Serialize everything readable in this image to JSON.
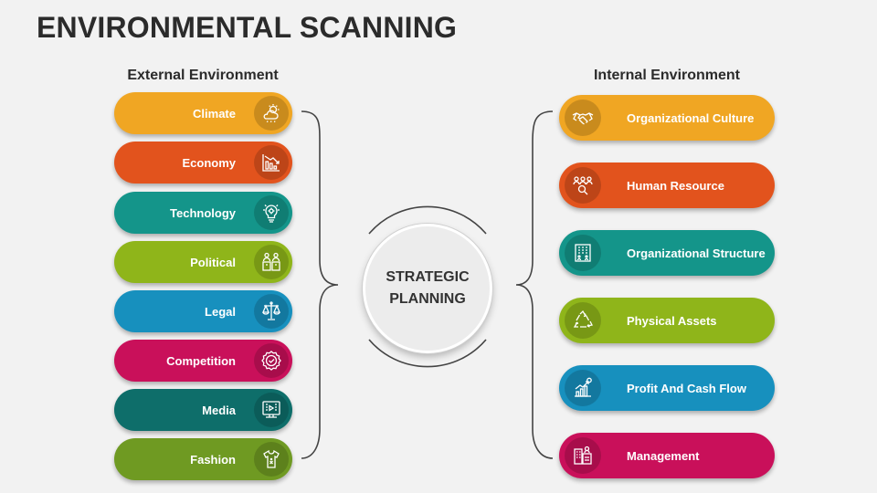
{
  "title": "ENVIRONMENTAL SCANNING",
  "external": {
    "heading": "External Environment",
    "items": [
      {
        "label": "Climate",
        "icon": "weather-icon",
        "color": "#f0a623"
      },
      {
        "label": "Economy",
        "icon": "decline-chart-icon",
        "color": "#e2531d"
      },
      {
        "label": "Technology",
        "icon": "lightbulb-gear-icon",
        "color": "#14958a"
      },
      {
        "label": "Political",
        "icon": "podium-speakers-icon",
        "color": "#8fb51a"
      },
      {
        "label": "Legal",
        "icon": "scales-icon",
        "color": "#1790be"
      },
      {
        "label": "Competition",
        "icon": "badge-check-icon",
        "color": "#c9105a"
      },
      {
        "label": "Media",
        "icon": "media-screen-icon",
        "color": "#0e6e6a"
      },
      {
        "label": "Fashion",
        "icon": "shirt-icon",
        "color": "#6f9a22"
      }
    ]
  },
  "internal": {
    "heading": "Internal Environment",
    "items": [
      {
        "label": "Organizational Culture",
        "icon": "handshake-icon",
        "color": "#f0a623"
      },
      {
        "label": "Human Resource",
        "icon": "people-search-icon",
        "color": "#e2531d"
      },
      {
        "label": "Organizational Structure",
        "icon": "building-icon",
        "color": "#14958a"
      },
      {
        "label": "Physical Assets",
        "icon": "recycle-icon",
        "color": "#8fb51a"
      },
      {
        "label": "Profit And Cash Flow",
        "icon": "growth-chart-icon",
        "color": "#1790be"
      },
      {
        "label": "Management",
        "icon": "office-icon",
        "color": "#c9105a"
      }
    ]
  },
  "center": {
    "line1": "STRATEGIC",
    "line2": "PLANNING"
  }
}
